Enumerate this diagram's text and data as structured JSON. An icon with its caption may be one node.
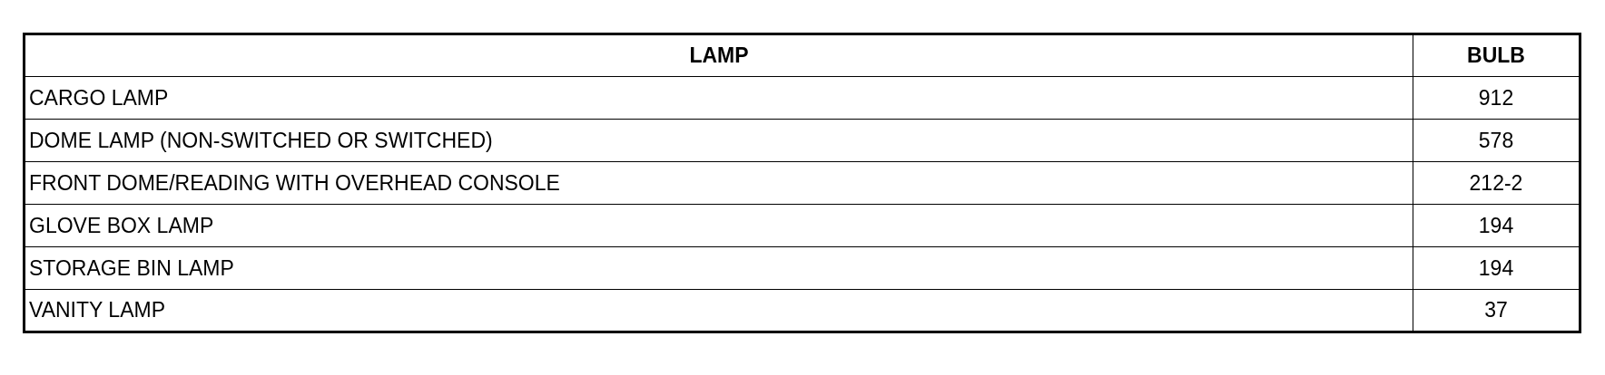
{
  "diagram": {
    "labels": [
      "LAMP",
      "BULB",
      "CARGO LAMP",
      "912",
      "DOME LAMP (NON-SWITCHED OR SWITCHED)",
      "578",
      "FRONT DOME/READING WITH OVERHEAD CONSOLE",
      "212-2",
      "GLOVE BOX LAMP",
      "194",
      "STORAGE BIN LAMP",
      "194",
      "VANITY LAMP",
      "37"
    ]
  }
}
